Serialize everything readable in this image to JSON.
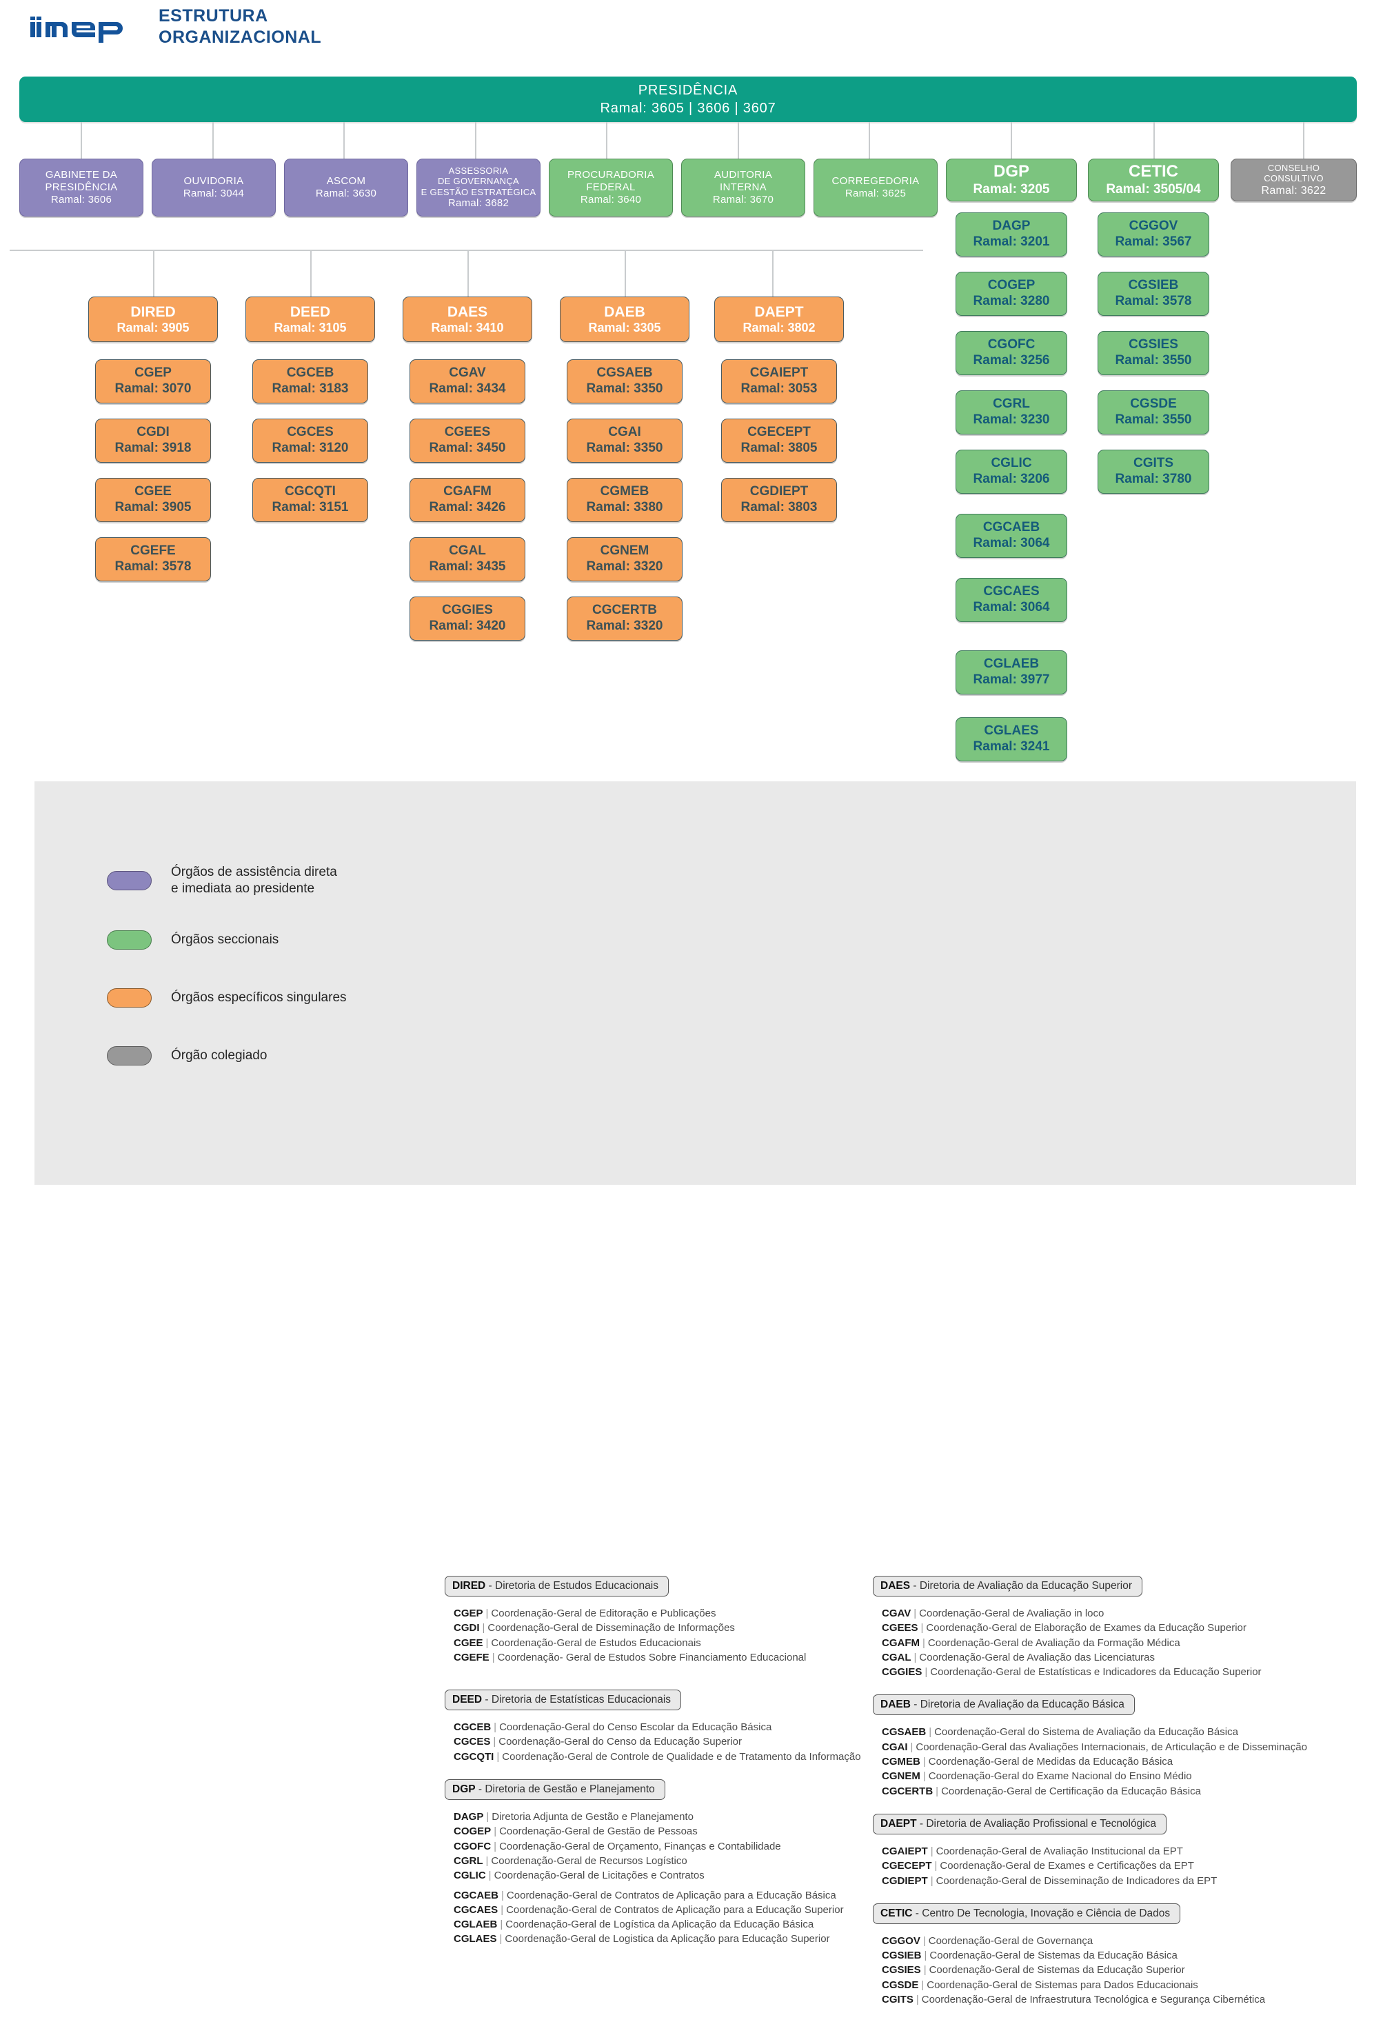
{
  "header": {
    "logo_alt": "INEP",
    "title_line1": "ESTRUTURA",
    "title_line2": "ORGANIZACIONAL"
  },
  "colors": {
    "presidency": "#0d9e86",
    "purple": "#8d86bd",
    "green": "#7cc47f",
    "orange": "#f7a35c",
    "grey": "#989898",
    "panel_bg": "#e9e9e9"
  },
  "presidency": {
    "name": "PRESIDÊNCIA",
    "ramal": "Ramal: 3605 | 3606 | 3607"
  },
  "top_row": [
    {
      "name": "GABINETE DA\nPRESIDÊNCIA",
      "line1": "GABINETE DA",
      "line2": "PRESIDÊNCIA",
      "ramal": "Ramal: 3606",
      "type": "purple"
    },
    {
      "line1": "OUVIDORIA",
      "line2": "",
      "ramal": "Ramal: 3044",
      "type": "purple"
    },
    {
      "line1": "ASCOM",
      "line2": "",
      "ramal": "Ramal: 3630",
      "type": "purple"
    },
    {
      "line1": "ASSESSORIA",
      "line2": "DE GOVERNANÇA",
      "line3": "E GESTÃO ESTRATÉGICA",
      "ramal": "Ramal: 3682",
      "type": "purple"
    },
    {
      "line1": "PROCURADORIA",
      "line2": "FEDERAL",
      "ramal": "Ramal: 3640",
      "type": "green"
    },
    {
      "line1": "AUDITORIA",
      "line2": "INTERNA",
      "ramal": "Ramal: 3670",
      "type": "green"
    },
    {
      "line1": "CORREGEDORIA",
      "line2": "",
      "ramal": "Ramal: 3625",
      "type": "green"
    },
    {
      "line1": "DGP",
      "line2": "",
      "ramal": "Ramal: 3205",
      "type": "green"
    },
    {
      "line1": "CETIC",
      "line2": "",
      "ramal": "Ramal: 3505/04",
      "type": "green"
    },
    {
      "line1": "CONSELHO",
      "line2": "CONSULTIVO",
      "ramal": "Ramal: 3622",
      "type": "grey"
    }
  ],
  "directorates": [
    {
      "name": "DIRED",
      "ramal": "Ramal: 3905",
      "children": [
        {
          "name": "CGEP",
          "ramal": "Ramal: 3070"
        },
        {
          "name": "CGDI",
          "ramal": "Ramal: 3918"
        },
        {
          "name": "CGEE",
          "ramal": "Ramal: 3905"
        },
        {
          "name": "CGEFE",
          "ramal": "Ramal: 3578"
        }
      ]
    },
    {
      "name": "DEED",
      "ramal": "Ramal: 3105",
      "children": [
        {
          "name": "CGCEB",
          "ramal": "Ramal: 3183"
        },
        {
          "name": "CGCES",
          "ramal": "Ramal: 3120"
        },
        {
          "name": "CGCQTI",
          "ramal": "Ramal: 3151"
        }
      ]
    },
    {
      "name": "DAES",
      "ramal": "Ramal: 3410",
      "children": [
        {
          "name": "CGAV",
          "ramal": "Ramal: 3434"
        },
        {
          "name": "CGEES",
          "ramal": "Ramal: 3450"
        },
        {
          "name": "CGAFM",
          "ramal": "Ramal: 3426"
        },
        {
          "name": "CGAL",
          "ramal": "Ramal: 3435"
        },
        {
          "name": "CGGIES",
          "ramal": "Ramal: 3420"
        }
      ]
    },
    {
      "name": "DAEB",
      "ramal": "Ramal: 3305",
      "children": [
        {
          "name": "CGSAEB",
          "ramal": "Ramal: 3350"
        },
        {
          "name": "CGAI",
          "ramal": "Ramal: 3350"
        },
        {
          "name": "CGMEB",
          "ramal": "Ramal: 3380"
        },
        {
          "name": "CGNEM",
          "ramal": "Ramal: 3320"
        },
        {
          "name": "CGCERTB",
          "ramal": "Ramal: 3320"
        }
      ]
    },
    {
      "name": "DAEPT",
      "ramal": "Ramal: 3802",
      "children": [
        {
          "name": "CGAIEPT",
          "ramal": "Ramal: 3053"
        },
        {
          "name": "CGECEPT",
          "ramal": "Ramal: 3805"
        },
        {
          "name": "CGDIEPT",
          "ramal": "Ramal: 3803"
        }
      ]
    }
  ],
  "dgp_children": [
    {
      "name": "DAGP",
      "ramal": "Ramal: 3201"
    },
    {
      "name": "COGEP",
      "ramal": "Ramal: 3280"
    },
    {
      "name": "CGOFC",
      "ramal": "Ramal: 3256"
    },
    {
      "name": "CGRL",
      "ramal": "Ramal: 3230"
    },
    {
      "name": "CGLIC",
      "ramal": "Ramal: 3206"
    },
    {
      "name": "CGCAEB",
      "ramal": "Ramal: 3064"
    },
    {
      "name": "CGCAES",
      "ramal": "Ramal: 3064"
    },
    {
      "name": "CGLAEB",
      "ramal": "Ramal: 3977"
    },
    {
      "name": "CGLAES",
      "ramal": "Ramal: 3241"
    }
  ],
  "cetic_children": [
    {
      "name": "CGGOV",
      "ramal": "Ramal: 3567"
    },
    {
      "name": "CGSIEB",
      "ramal": "Ramal: 3578"
    },
    {
      "name": "CGSIES",
      "ramal": "Ramal: 3550"
    },
    {
      "name": "CGSDE",
      "ramal": "Ramal: 3550"
    },
    {
      "name": "CGITS",
      "ramal": "Ramal: 3780"
    }
  ],
  "legend": [
    {
      "swatch": "purple",
      "label_line1": "Órgãos de assistência direta",
      "label_line2": "e imediata ao presidente"
    },
    {
      "swatch": "green",
      "label_line1": "Órgãos seccionais",
      "label_line2": ""
    },
    {
      "swatch": "orange",
      "label_line1": "Órgãos específicos singulares",
      "label_line2": ""
    },
    {
      "swatch": "grey",
      "label_line1": "Órgão colegiado",
      "label_line2": ""
    }
  ],
  "glossary_left": [
    {
      "acronym": "DIRED",
      "title": " - Diretoria de Estudos Educacionais",
      "items": [
        {
          "code": "CGEP",
          "desc": "Coordenação-Geral de Editoração e Publicações"
        },
        {
          "code": "CGDI",
          "desc": "Coordenação-Geral de Disseminação de Informações"
        },
        {
          "code": "CGEE",
          "desc": "Coordenação-Geral de Estudos Educacionais"
        },
        {
          "code": "CGEFE",
          "desc": "Coordenação- Geral de Estudos Sobre Financiamento  Educacional"
        }
      ]
    },
    {
      "acronym": "DEED",
      "title": " - Diretoria de Estatísticas Educacionais",
      "items": [
        {
          "code": "CGCEB",
          "desc": "Coordenação-Geral do Censo Escolar da Educação Básica"
        },
        {
          "code": "CGCES",
          "desc": "Coordenação-Geral do Censo da Educação Superior"
        },
        {
          "code": "CGCQTI",
          "desc": "Coordenação-Geral de Controle de Qualidade e de Tratamento da Informação"
        }
      ]
    },
    {
      "acronym": "DGP",
      "title": " - Diretoria de Gestão e Planejamento",
      "items": [
        {
          "code": "DAGP",
          "desc": "Diretoria Adjunta de Gestão e Planejamento"
        },
        {
          "code": "COGEP",
          "desc": "Coordenação-Geral de Gestão de Pessoas"
        },
        {
          "code": "CGOFC",
          "desc": "Coordenação-Geral de Orçamento, Finanças e Contabilidade"
        },
        {
          "code": "CGRL",
          "desc": "Coordenação-Geral de Recursos Logístico"
        },
        {
          "code": "CGLIC",
          "desc": "Coordenação-Geral de Licitações e Contratos"
        },
        {
          "code": "CGCAEB",
          "desc": "Coordenação-Geral de Contratos de Aplicação para a Educação Básica"
        },
        {
          "code": "CGCAES",
          "desc": "Coordenação-Geral de Contratos de Aplicação para a Educação Superior"
        },
        {
          "code": "CGLAEB",
          "desc": "Coordenação-Geral de Logística da Aplicação da Educação Básica"
        },
        {
          "code": "CGLAES",
          "desc": "Coordenação-Geral de Logistica da Aplicação para Educação Superior"
        }
      ]
    }
  ],
  "glossary_right": [
    {
      "acronym": "DAES",
      "title": " - Diretoria de Avaliação da Educação Superior",
      "items": [
        {
          "code": "CGAV",
          "desc": "Coordenação-Geral de Avaliação in loco"
        },
        {
          "code": "CGEES",
          "desc": "Coordenação-Geral de Elaboração de Exames da Educação Superior"
        },
        {
          "code": "CGAFM",
          "desc": "Coordenação-Geral de Avaliação da Formação Médica"
        },
        {
          "code": "CGAL",
          "desc": "Coordenação-Geral de Avaliação das Licenciaturas"
        },
        {
          "code": "CGGIES",
          "desc": "Coordenação-Geral de Estatísticas e Indicadores da Educação Superior"
        }
      ]
    },
    {
      "acronym": "DAEB",
      "title": " - Diretoria de Avaliação da Educação Básica",
      "items": [
        {
          "code": "CGSAEB",
          "desc": "Coordenação-Geral do Sistema de Avaliação da Educação Básica"
        },
        {
          "code": "CGAI",
          "desc": "Coordenação-Geral das Avaliações Internacionais, de Articulação e de Disseminação"
        },
        {
          "code": "CGMEB",
          "desc": "Coordenação-Geral de Medidas da Educação Básica"
        },
        {
          "code": "CGNEM",
          "desc": "Coordenação-Geral do Exame Nacional do Ensino Médio"
        },
        {
          "code": "CGCERTB",
          "desc": "Coordenação-Geral de Certificação da Educação Básica"
        }
      ]
    },
    {
      "acronym": "DAEPT",
      "title": " - Diretoria de Avaliação Profissional e Tecnológica",
      "items": [
        {
          "code": "CGAIEPT",
          "desc": "Coordenação-Geral de Avaliação Institucional da EPT"
        },
        {
          "code": "CGECEPT",
          "desc": "Coordenação-Geral de Exames e Certificações da EPT"
        },
        {
          "code": "CGDIEPT",
          "desc": "Coordenação-Geral de Disseminação de Indicadores da EPT"
        }
      ]
    },
    {
      "acronym": "CETIC",
      "title": " - Centro De Tecnologia, Inovação e Ciência de Dados",
      "items": [
        {
          "code": "CGGOV",
          "desc": "Coordenação-Geral de Governança"
        },
        {
          "code": "CGSIEB",
          "desc": "Coordenação-Geral de Sistemas da Educação Básica"
        },
        {
          "code": "CGSIES",
          "desc": "Coordenação-Geral de Sistemas da Educação Superior"
        },
        {
          "code": "CGSDE",
          "desc": "Coordenação-Geral de Sistemas para Dados Educacionais"
        },
        {
          "code": "CGITS",
          "desc": "Coordenação-Geral de Infraestrutura Tecnológica e Segurança Cibernética"
        }
      ]
    }
  ]
}
